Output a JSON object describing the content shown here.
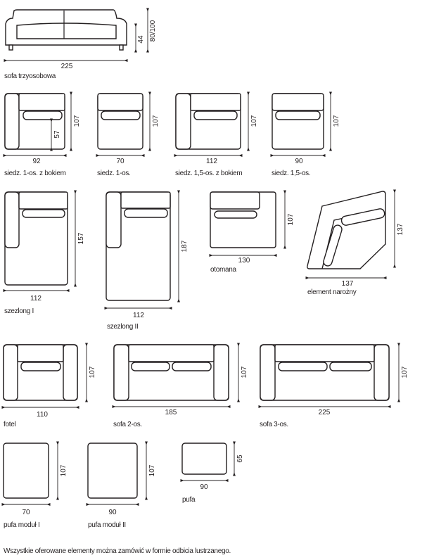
{
  "items": {
    "sofa_trzyosobowa": {
      "label": "sofa trzyosobowa",
      "width": "225",
      "seat_height": "44",
      "height": "80/100"
    },
    "siedz_1_bok": {
      "label": "siedz. 1-os. z bokiem",
      "width": "92",
      "depth": "107",
      "seat_depth": "57"
    },
    "siedz_1": {
      "label": "siedz. 1-os.",
      "width": "70",
      "depth": "107"
    },
    "siedz_15_bok": {
      "label": "siedz. 1,5-os. z bokiem",
      "width": "112",
      "depth": "107"
    },
    "siedz_15": {
      "label": "siedz. 1,5-os.",
      "width": "90",
      "depth": "107"
    },
    "szezlong_1": {
      "label": "szezlong I",
      "width": "112",
      "depth": "157"
    },
    "szezlong_2": {
      "label": "szezlong II",
      "width": "112",
      "depth": "187"
    },
    "otomana": {
      "label": "otomana",
      "width": "130",
      "depth": "107"
    },
    "narozny": {
      "label": "element narożny",
      "width": "137",
      "depth": "137"
    },
    "fotel": {
      "label": "fotel",
      "width": "110",
      "depth": "107"
    },
    "sofa_2": {
      "label": "sofa 2-os.",
      "width": "185",
      "depth": "107"
    },
    "sofa_3": {
      "label": "sofa 3-os.",
      "width": "225",
      "depth": "107"
    },
    "pufa_1": {
      "label": "pufa moduł I",
      "width": "70",
      "depth": "107"
    },
    "pufa_2": {
      "label": "pufa moduł II",
      "width": "90",
      "depth": "107"
    },
    "pufa": {
      "label": "pufa",
      "width": "90",
      "depth": "65"
    }
  },
  "footer": "Wszystkie oferowane elementy można zamówić w formie odbicia lustrzanego."
}
